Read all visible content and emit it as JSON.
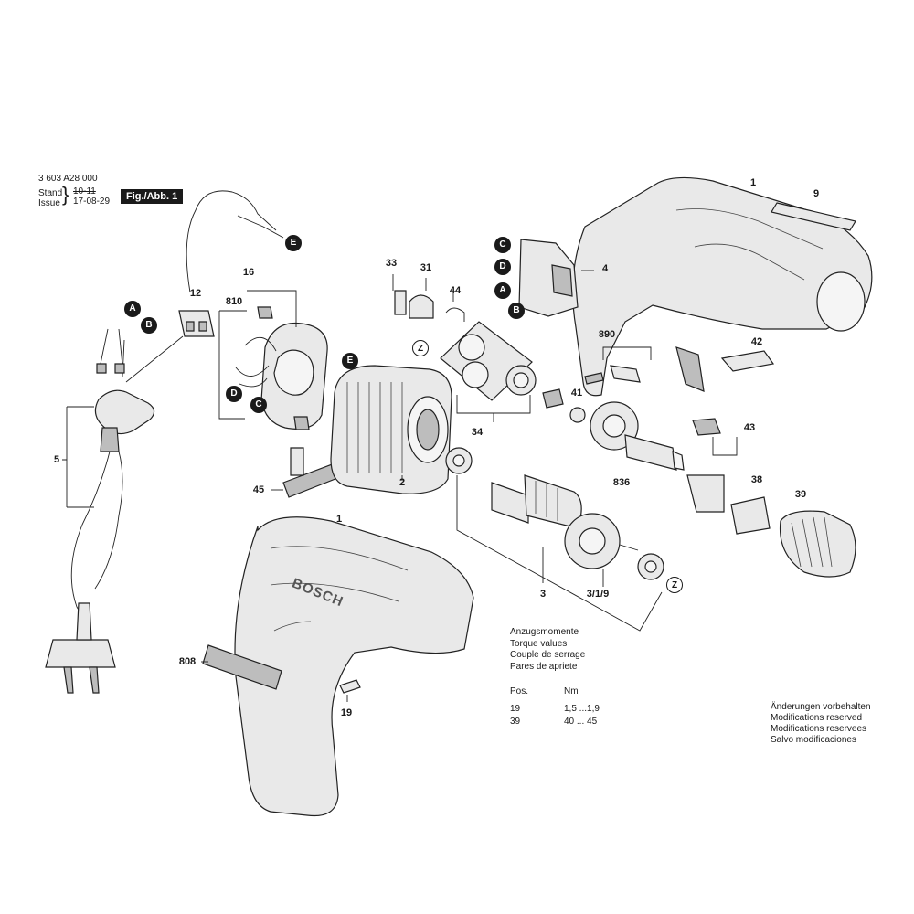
{
  "header": {
    "doc_number": "3 603 A28 000",
    "stand_label": "Stand",
    "issue_label": "Issue",
    "stand_old": "10-11",
    "stand_new": "17-08-29",
    "figure_label": "Fig./Abb. 1"
  },
  "parts": {
    "p1_top": "1",
    "p1_bottom": "1",
    "p2": "2",
    "p3": "3",
    "p3_1_9": "3/1/9",
    "p4": "4",
    "p5": "5",
    "p9": "9",
    "p12": "12",
    "p16": "16",
    "p19": "19",
    "p31": "31",
    "p33": "33",
    "p34": "34",
    "p38": "38",
    "p39": "39",
    "p41": "41",
    "p42": "42",
    "p43": "43",
    "p44": "44",
    "p45": "45",
    "p808": "808",
    "p810": "810",
    "p836": "836",
    "p890": "890"
  },
  "connectors": {
    "a": "A",
    "b": "B",
    "c": "C",
    "d": "D",
    "e": "E",
    "z": "Z"
  },
  "brand_on_housing": "BOSCH",
  "torque": {
    "lines": [
      "Anzugsmomente",
      "Torque values",
      "Couple de serrage",
      "Pares de apriete"
    ],
    "col_pos": "Pos.",
    "col_nm": "Nm",
    "rows": [
      {
        "pos": "19",
        "nm": "1,5 ...1,9"
      },
      {
        "pos": "39",
        "nm": "40 ... 45"
      }
    ]
  },
  "changes_notice": [
    "Änderungen vorbehalten",
    "Modifications reserved",
    "Modifications reservees",
    "Salvo modificaciones"
  ],
  "colors": {
    "ink": "#1a1a1a",
    "part_fill": "#e9e9e9",
    "shade": "#bdbdbd"
  }
}
